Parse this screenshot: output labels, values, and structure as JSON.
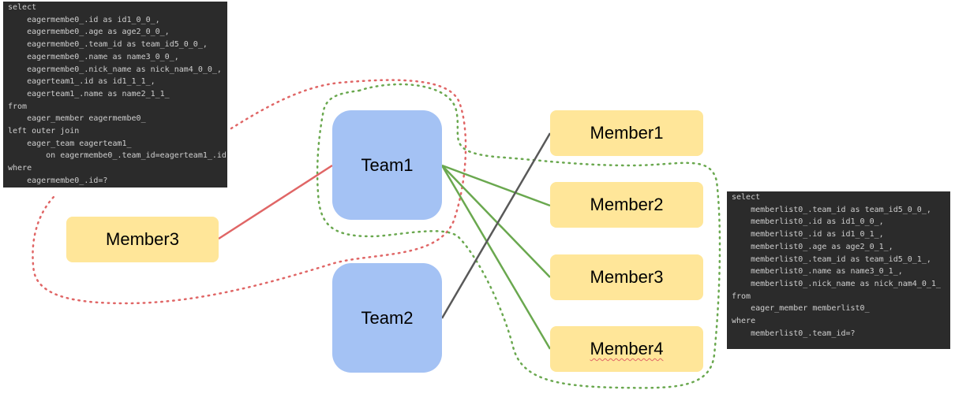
{
  "code_left": {
    "lines": [
      "select",
      "    eagermembe0_.id as id1_0_0_,",
      "    eagermembe0_.age as age2_0_0_,",
      "    eagermembe0_.team_id as team_id5_0_0_,",
      "    eagermembe0_.name as name3_0_0_,",
      "    eagermembe0_.nick_name as nick_nam4_0_0_,",
      "    eagerteam1_.id as id1_1_1_,",
      "    eagerteam1_.name as name2_1_1_",
      "from",
      "    eager_member eagermembe0_",
      "left outer join",
      "    eager_team eagerteam1_",
      "        on eagermembe0_.team_id=eagerteam1_.id",
      "where",
      "    eagermembe0_.id=?"
    ]
  },
  "code_right": {
    "lines": [
      "select",
      "    memberlist0_.team_id as team_id5_0_0_,",
      "    memberlist0_.id as id1_0_0_,",
      "    memberlist0_.id as id1_0_1_,",
      "    memberlist0_.age as age2_0_1_,",
      "    memberlist0_.team_id as team_id5_0_1_,",
      "    memberlist0_.name as name3_0_1_,",
      "    memberlist0_.nick_name as nick_nam4_0_1_",
      "from",
      "    eager_member memberlist0_",
      "where",
      "    memberlist0_.team_id=?"
    ]
  },
  "nodes": {
    "team1": "Team1",
    "team2": "Team2",
    "member3_left": "Member3",
    "member1": "Member1",
    "member2": "Member2",
    "member3": "Member3",
    "member4": "Member4"
  },
  "colors": {
    "member_fill": "#ffe699",
    "team_fill": "#a4c2f4",
    "red_line": "#e06666",
    "green_line": "#6aa84f",
    "dark_line": "#595959",
    "code_bg": "#2b2b2b",
    "code_text": "#cfcfcf"
  }
}
